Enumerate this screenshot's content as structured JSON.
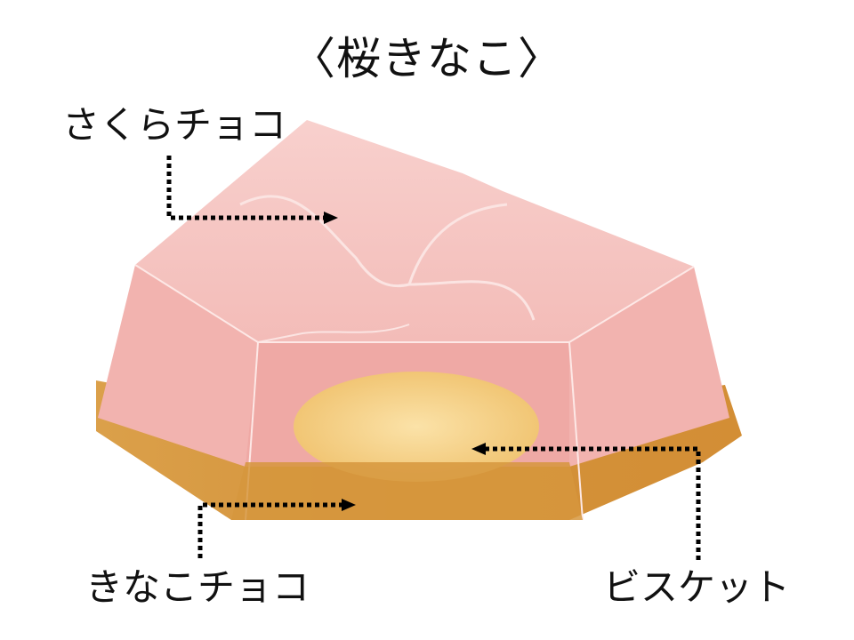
{
  "title": "〈桜きなこ〉",
  "labels": {
    "sakura": "さくらチョコ",
    "kinako": "きなこチョコ",
    "biscuit": "ビスケット"
  },
  "colors": {
    "sakura_top": "#f6c9c6",
    "sakura_side": "#f0b2ae",
    "kinako_layer": "#d79a3e",
    "biscuit": "#f6d48e",
    "arrow": "#000000"
  },
  "icons": {
    "arrow_sakura": "dotted-arrow-right",
    "arrow_kinako": "dotted-arrow-right",
    "arrow_biscuit": "dotted-arrow-left"
  }
}
